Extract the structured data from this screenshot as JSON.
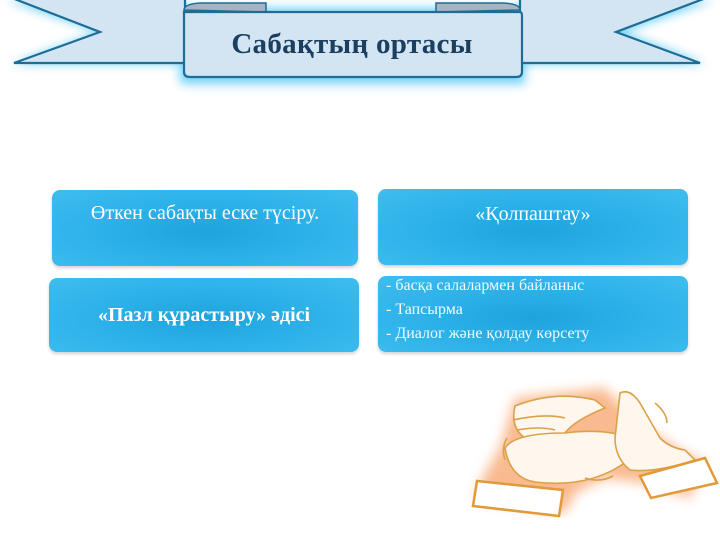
{
  "slide": {
    "title": "Сабақтың ортасы",
    "boxes": {
      "recall": "Өткен сабақты еске түсіру.",
      "puzzle_method": "«Пазл құрастыру» әдісі",
      "support": "«Қолпаштау»",
      "activities": [
        "- басқа салалармен байланыс",
        "- Тапсырма",
        "- Диалог және қолдау көрсету"
      ]
    },
    "image": "clapping-hands-icon"
  },
  "colors": {
    "ribbon_fill": "#d3e5f2",
    "ribbon_stroke": "#1d6d96",
    "ribbon_glow": "#5ccaf5",
    "title_text": "#1b3f60",
    "box_fill": "#2bb0e8",
    "box_text": "#ffffff"
  }
}
